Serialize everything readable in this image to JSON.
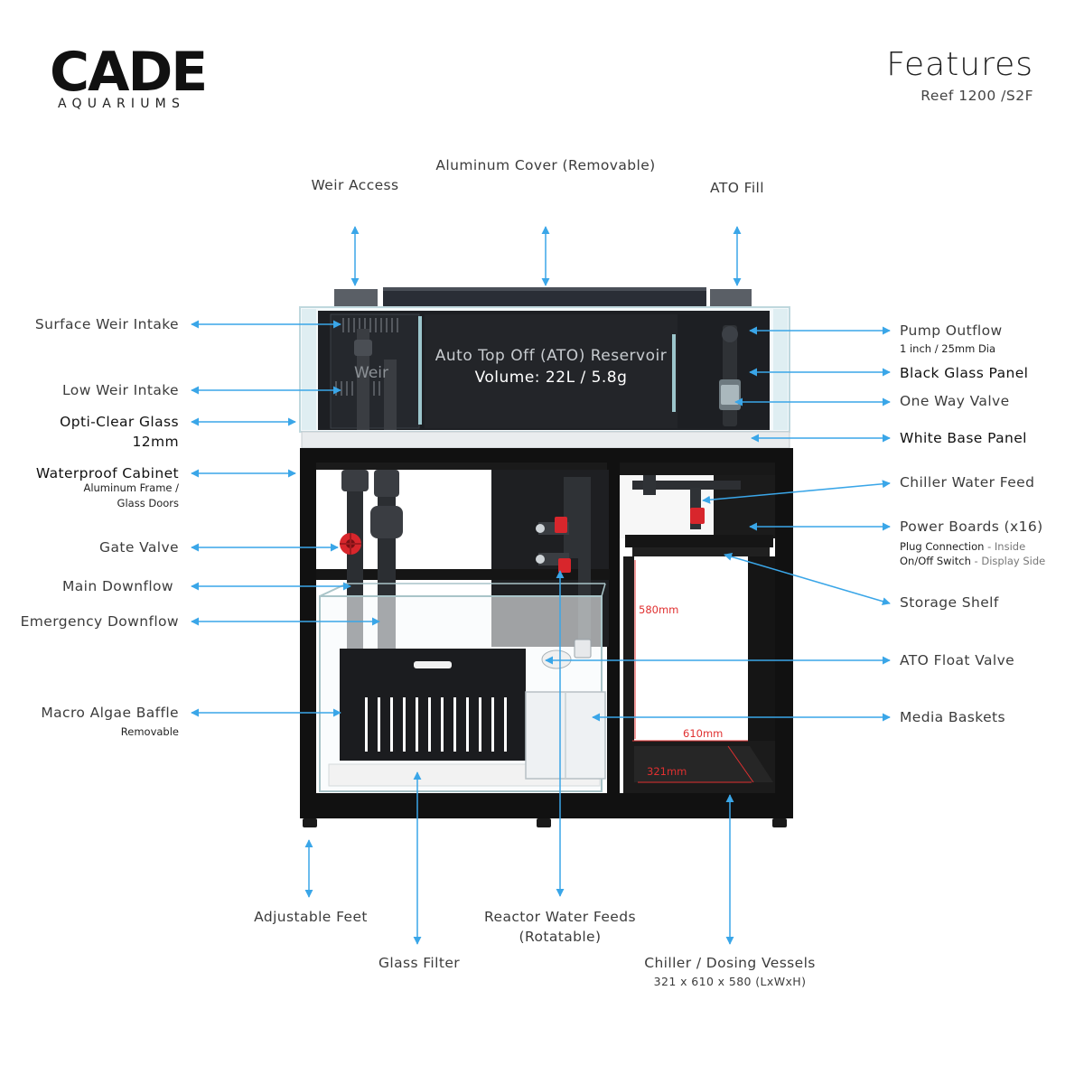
{
  "brand": {
    "name": "CADE",
    "sub": "AQUARIUMS"
  },
  "header": {
    "title": "Features",
    "subtitle": "Reef 1200 /S2F"
  },
  "colors": {
    "arrow": "#3aa6e8",
    "dimension": "#e03030",
    "frame": "#111111",
    "valve": "#d8262c"
  },
  "tank_labels": {
    "weir": "Weir",
    "ato_title": "Auto Top Off (ATO) Reservoir",
    "ato_volume": "Volume: 22L / 5.8g"
  },
  "dimensions": {
    "height": "580mm",
    "width": "610mm",
    "depth": "321mm"
  },
  "labels": {
    "weir_access": "Weir Access",
    "aluminum_cover": "Aluminum Cover (Removable)",
    "ato_fill": "ATO Fill",
    "surface_weir": "Surface Weir Intake",
    "low_weir": "Low Weir Intake",
    "opti_clear_1": "Opti-Clear Glass",
    "opti_clear_2": "12mm",
    "cabinet": "Waterproof Cabinet",
    "cabinet_sub1": "Aluminum Frame /",
    "cabinet_sub2": "Glass Doors",
    "gate_valve": "Gate Valve",
    "main_downflow": "Main Downflow",
    "emergency_downflow": "Emergency Downflow",
    "macro_baffle": "Macro Algae Baffle",
    "macro_sub": "Removable",
    "adjustable_feet": "Adjustable Feet",
    "glass_filter": "Glass Filter",
    "reactor_1": "Reactor Water Feeds",
    "reactor_2": "(Rotatable)",
    "chiller_vessels": "Chiller / Dosing Vessels",
    "chiller_dims": "321 x 610 x 580 (LxWxH)",
    "pump_outflow": "Pump Outflow",
    "pump_sub": "1 inch / 25mm Dia",
    "black_glass": "Black Glass Panel",
    "one_way": "One Way Valve",
    "white_base": "White Base Panel",
    "chiller_feed": "Chiller Water Feed",
    "power_boards": "Power Boards (x16)",
    "plug_b": "Plug Connection",
    "plug_g": " - Inside",
    "switch_b": "On/Off Switch",
    "switch_g": " - Display Side",
    "storage_shelf": "Storage Shelf",
    "ato_float": "ATO Float Valve",
    "media_baskets": "Media Baskets"
  }
}
